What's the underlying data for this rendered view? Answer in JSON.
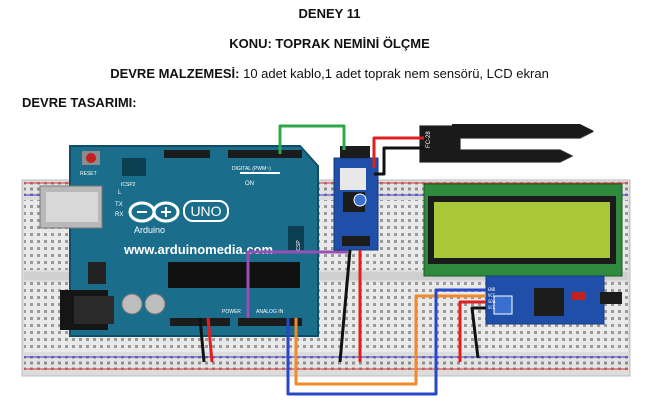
{
  "document": {
    "experiment_title": "DENEY 11",
    "topic": "KONU: TOPRAK NEMİNİ ÖLÇME",
    "materials_label": "DEVRE MALZEMESİ:",
    "materials_text": " 10 adet kablo,1 adet toprak nem sensörü, LCD ekran",
    "design_heading": "DEVRE TASARIMI:"
  },
  "figure": {
    "board_name": "UNO",
    "board_brand": "Arduino",
    "board_url": "www.arduinomedia.com",
    "reset_label": "RESET",
    "icsp2_label": "ICSP2",
    "icsp_label": "ICSP",
    "digital_label": "DIGITAL (PWM~)",
    "power_label": "POWER",
    "analog_label": "ANALOG IN",
    "tx_label": "TX",
    "rx_label": "RX",
    "l_label": "L",
    "on_label": "ON",
    "sensor_label": "FC-28",
    "i2c_pins": [
      "GND",
      "VCC",
      "SDA",
      "SCL"
    ],
    "colors": {
      "board": "#1a6e8c",
      "lcd_screen": "#a8c83a",
      "lcd_frame": "#2f8a3e",
      "wire_green": "#2fa84a",
      "wire_purple": "#9b4fb5",
      "wire_red": "#e02020",
      "wire_black": "#111111",
      "wire_orange": "#f08a2a",
      "wire_blue": "#2748c8"
    }
  }
}
